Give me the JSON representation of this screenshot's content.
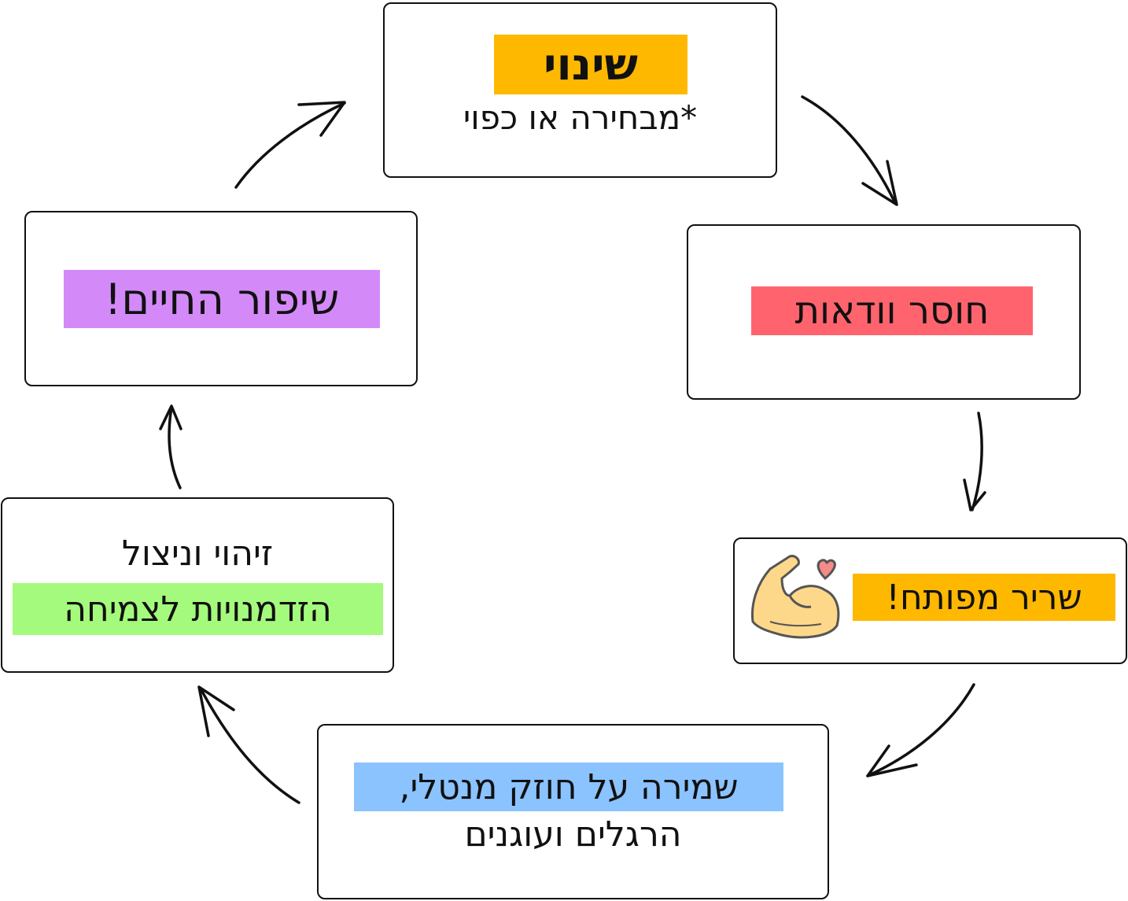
{
  "nodes": {
    "change": {
      "title": "שינוי",
      "subtitle": "*מבחירה או כפוי",
      "color": "#FFB800"
    },
    "uncertainty": {
      "title": "חוסר וודאות",
      "color": "#FF646E"
    },
    "muscle": {
      "title": "שריר מפותח!",
      "color": "#FFB800",
      "icon": "flexed-biceps-heart-icon"
    },
    "mental": {
      "title": "שמירה על חוזק מנטלי,",
      "subtitle": "הרגלים ועוגנים",
      "color": "#8BC3FF"
    },
    "opportunities": {
      "title": "זיהוי וניצול",
      "subtitle": "הזדמנויות לצמיחה",
      "color": "#A4FA7C"
    },
    "improvement": {
      "title": "שיפור החיים!",
      "color": "#D38AF8"
    }
  }
}
